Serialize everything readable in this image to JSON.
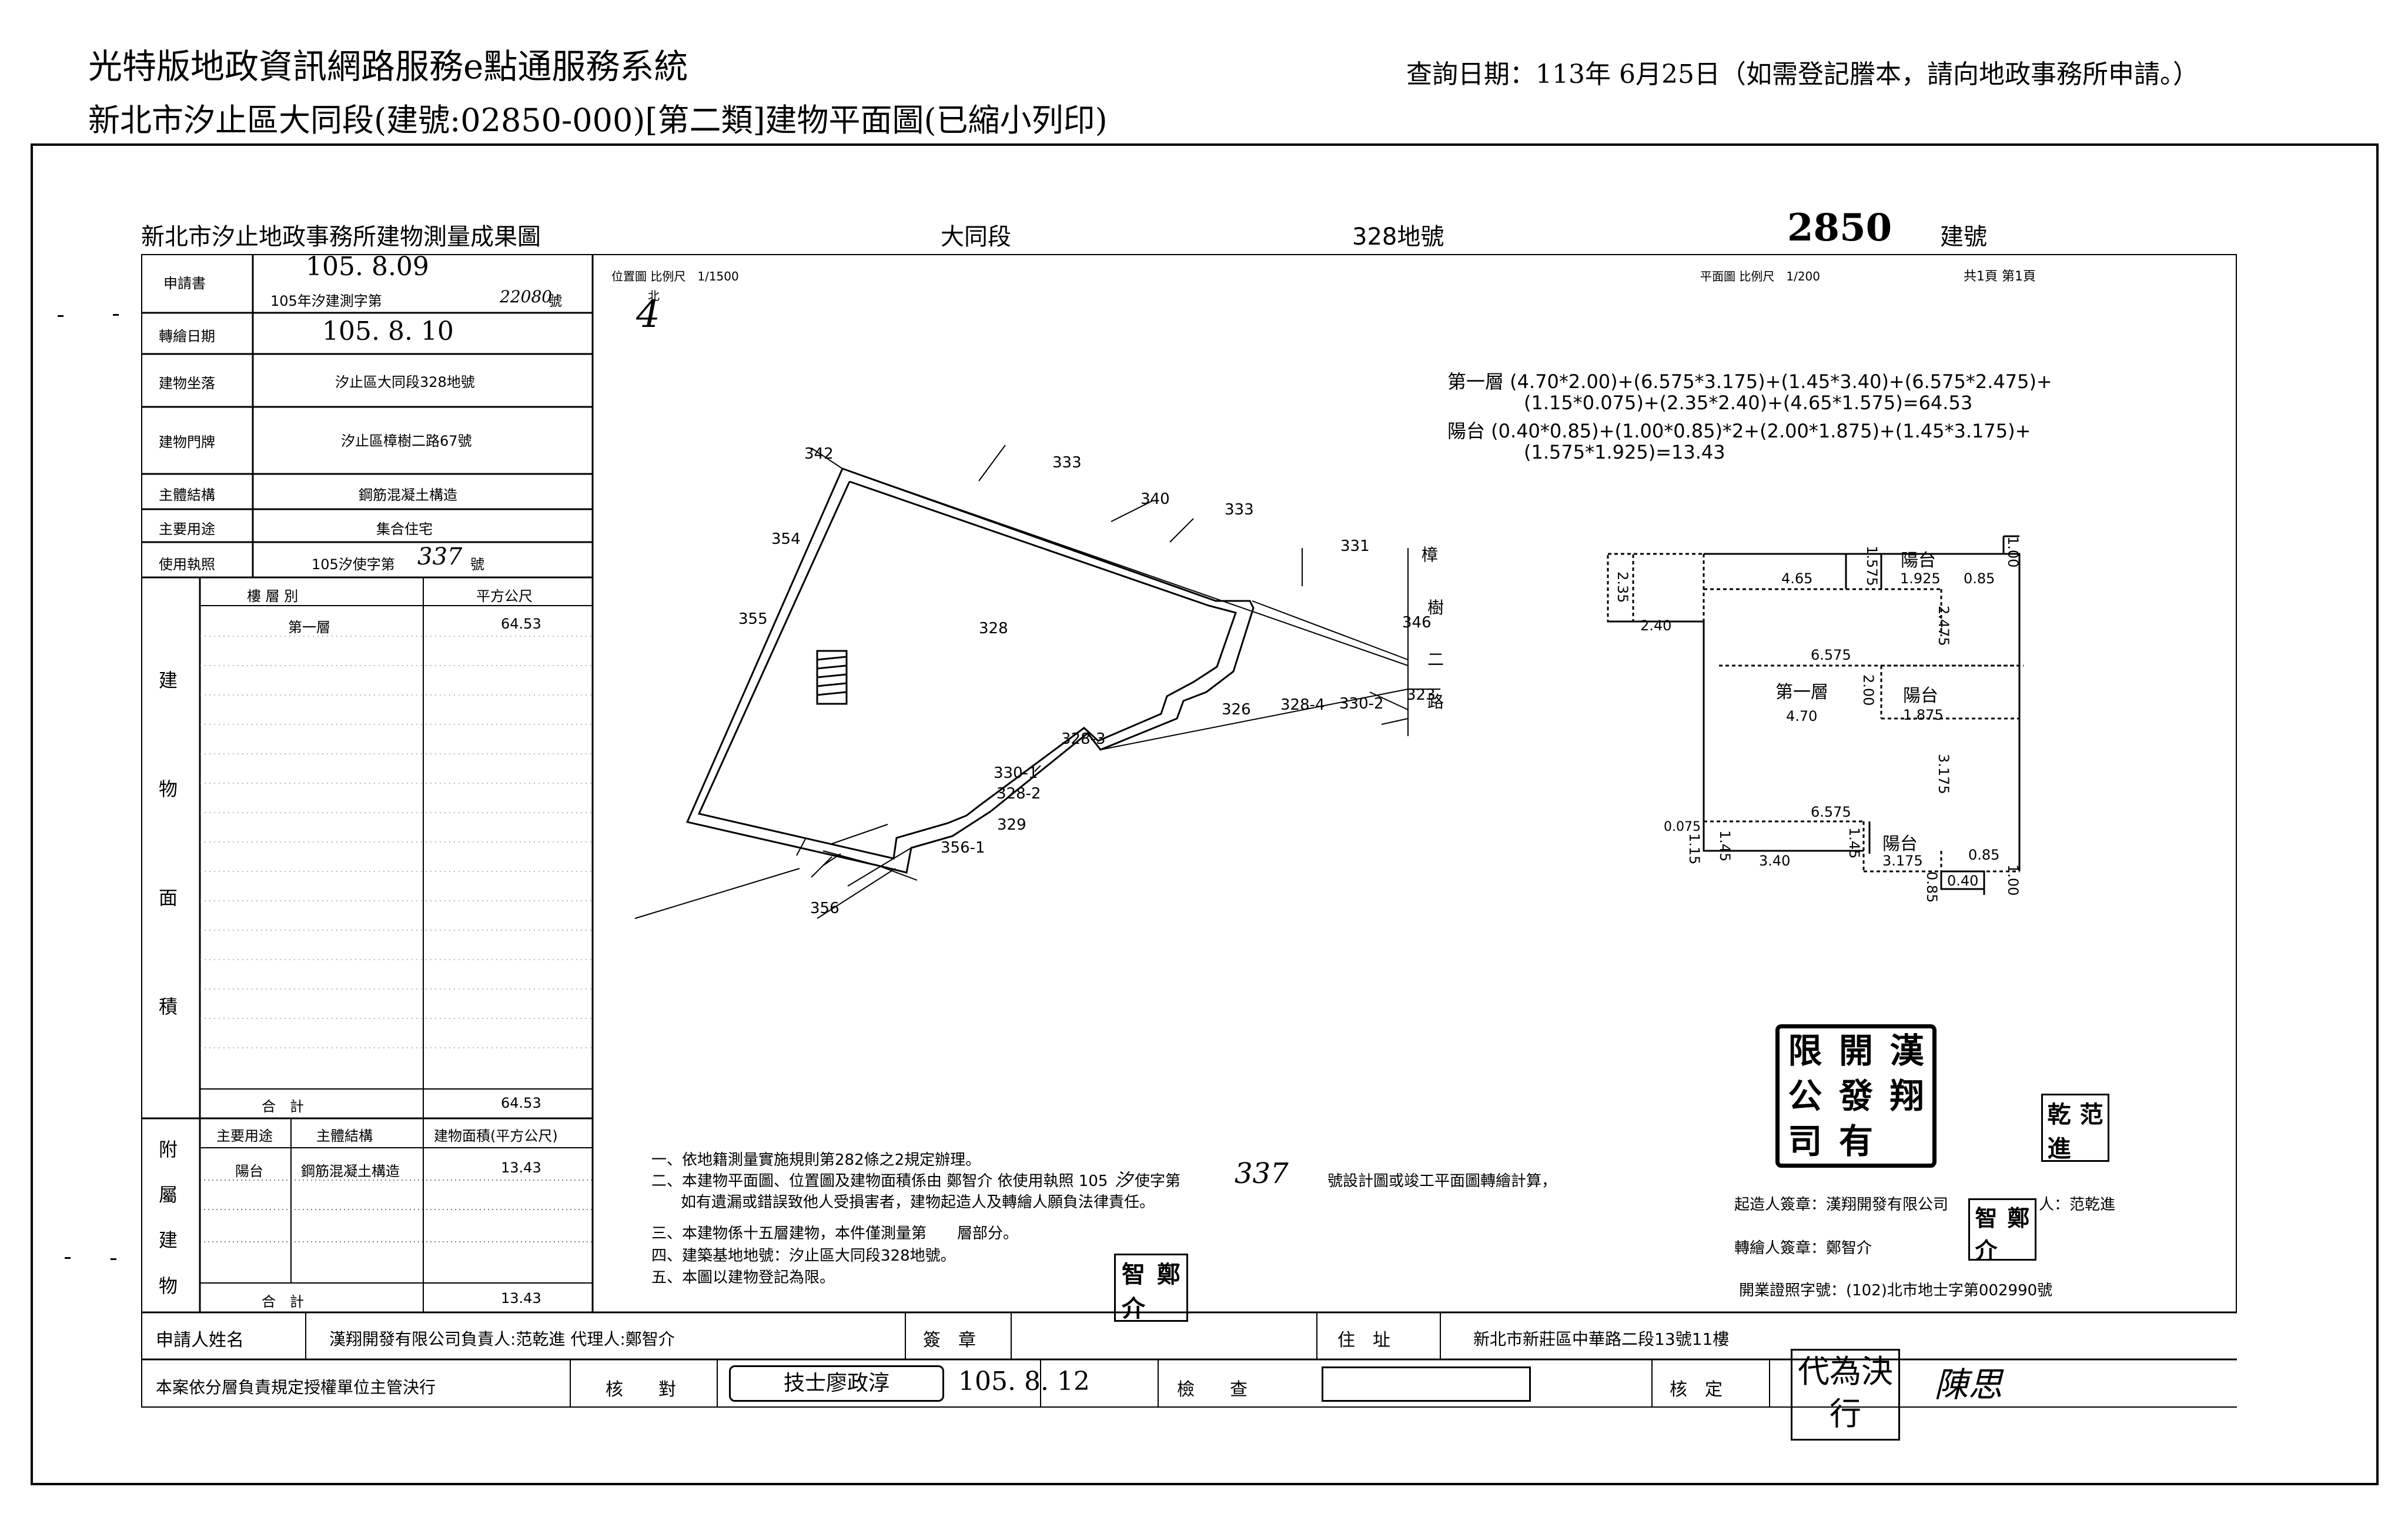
{
  "header": {
    "system_title": "光特版地政資訊網路服務e點通服務系統",
    "query_date": "查詢日期：113年 6月25日（如需登記謄本，請向地政事務所申請。）",
    "subtitle": "新北市汐止區大同段(建號:02850-000)[第二類]建物平面圖(已縮小列印)"
  },
  "doc": {
    "office_title": "新北市汐止地政事務所建物測量成果圖",
    "section": "大同段",
    "land_no": "328地號",
    "building_no": "2850",
    "building_no_label": "建號",
    "location_scale": "位置圖 比例尺　1/1500",
    "plan_scale": "平面圖 比例尺　1/200",
    "pages": "共1頁 第1頁",
    "north_mark": "4",
    "north_small": "北"
  },
  "left_table": {
    "application_label": "申請書",
    "application_date": "105. 8.09",
    "application_no": "105年汐建測字第",
    "application_no_hand": "22080",
    "application_no_suffix": "號",
    "transfer_label": "轉繪日期",
    "transfer_date": "105. 8. 10",
    "location_label": "建物坐落",
    "location_value": "汐止區大同段328地號",
    "address_label": "建物門牌",
    "address_value": "汐止區樟樹二路67號",
    "structure_label": "主體結構",
    "structure_value": "鋼筋混凝土構造",
    "use_label": "主要用途",
    "use_value": "集合住宅",
    "license_label": "使用執照",
    "license_prefix": "105汐使字第",
    "license_hand": "337",
    "license_suffix": "號",
    "floor_header": "樓 層 別",
    "area_header": "平方公尺",
    "floor1_label": "第一層",
    "floor1_area": "64.53",
    "bldg_area_vert": [
      "建",
      "物",
      "面",
      "積"
    ],
    "subtotal_label": "合　計",
    "subtotal_value": "64.53",
    "annex_vert": [
      "附",
      "屬",
      "建",
      "物"
    ],
    "annex_use_header": "主要用途",
    "annex_struct_header": "主體結構",
    "annex_area_header": "建物面積(平方公尺)",
    "annex_use": "陽台",
    "annex_struct": "鋼筋混凝土構造",
    "annex_area": "13.43",
    "annex_total_label": "合　計",
    "annex_total": "13.43"
  },
  "site_map": {
    "labels": [
      "342",
      "333",
      "340",
      "333",
      "331",
      "354",
      "355",
      "328",
      "346",
      "326",
      "328-4",
      "330-2",
      "323",
      "328-3",
      "330-1",
      "328-2",
      "329",
      "356-1",
      "356"
    ],
    "road_chars": [
      "樟",
      "樹",
      "二",
      "路"
    ]
  },
  "formulas": {
    "floor1_line1": "第一層 (4.70*2.00)+(6.575*3.175)+(1.45*3.40)+(6.575*2.475)+",
    "floor1_line2": "(1.15*0.075)+(2.35*2.40)+(4.65*1.575)=64.53",
    "balcony_line1": "陽台 (0.40*0.85)+(1.00*0.85)*2+(2.00*1.875)+(1.45*3.175)+",
    "balcony_line2": "(1.575*1.925)=13.43"
  },
  "floor_plan": {
    "floor_label": "第一層",
    "balcony": "陽台",
    "dims": {
      "d235": "2.35",
      "d240": "2.40",
      "d465": "4.65",
      "d1575": "1.575",
      "d1925": "1.925",
      "d085a": "0.85",
      "d100a": "1.00",
      "d2475": "2.475",
      "d6575a": "6.575",
      "d470": "4.70",
      "d200": "2.00",
      "d1875": "1.875",
      "d3175v": "3.175",
      "d6575b": "6.575",
      "d0075": "0.075",
      "d115": "1.15",
      "d145a": "1.45",
      "d340": "3.40",
      "d145b": "1.45",
      "d3175h": "3.175",
      "d085b": "0.85",
      "d085c": "0.85",
      "d040": "0.40",
      "d100b": "1.00"
    }
  },
  "notes": {
    "n1": "一、依地籍測量實施規則第282條之2規定辦理。",
    "n2a": "二、本建物平面圖、位置圖及建物面積係由 鄭智介 依使用執照 105",
    "n2hand1": "汐",
    "n2b": "使字第",
    "n2hand2": "337",
    "n2c": "號設計圖或竣工平面圖轉繪計算，",
    "n2d": "如有遺漏或錯誤致他人受損害者，建物起造人及轉繪人願負法律責任。",
    "n3": "三、本建物係十五層建物，本件僅測量第　　層部分。",
    "n4": "四、建築基地地號：汐止區大同段328地號。",
    "n5": "五、本圖以建物登記為限。"
  },
  "signatures": {
    "builder": "起造人簽章：漢翔開發有限公司",
    "builder_rep": "人：范乾進",
    "drafter": "轉繪人簽章：鄭智介",
    "license": "開業證照字號：(102)北市地士字第002990號"
  },
  "stamps": {
    "company_stamp": [
      "限",
      "開",
      "漢",
      "公",
      "發",
      "翔",
      "司",
      "有",
      ""
    ],
    "rep_stamp": [
      "范",
      "乾",
      "進"
    ],
    "person_stamp1": [
      "智",
      "鄭",
      "介"
    ],
    "person_stamp2": [
      "智",
      "鄭",
      "介"
    ],
    "deputy_stamp": "代為決行"
  },
  "bottom": {
    "applicant_label": "申請人姓名",
    "applicant_value": "漢翔開發有限公司負責人:范乾進 代理人:鄭智介",
    "sign_label": "簽　章",
    "address_label": "住　址",
    "address_value": "新北市新莊區中華路二段13號11樓",
    "authority_text": "本案依分層負責規定授權單位主管決行",
    "check_label": "核　　對",
    "check_stamp": "技士廖政淳",
    "check_date": "105. 8. 12",
    "inspect_label": "檢　　查",
    "approve_label": "核　定",
    "approve_hand": "陳思"
  }
}
